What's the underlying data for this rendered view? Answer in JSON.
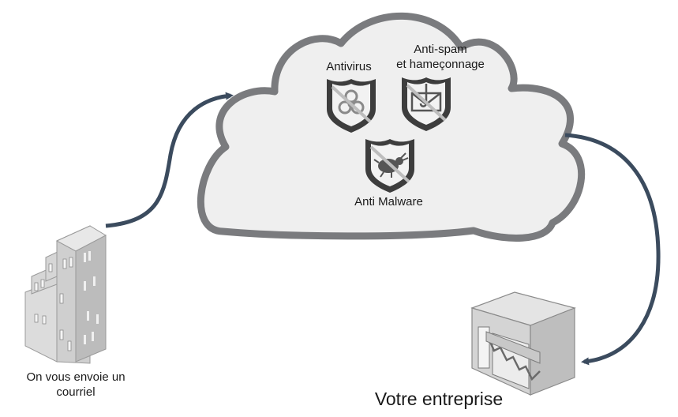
{
  "cloud": {
    "services": {
      "antivirus": "Antivirus",
      "antispam_line1": "Anti-spam",
      "antispam_line2": "et hameçonnage",
      "antimalware": "Anti Malware"
    }
  },
  "sender": {
    "line1": "On vous envoie un",
    "line2": "courriel"
  },
  "company": {
    "label": "Votre entreprise"
  },
  "colors": {
    "arrow": "#3b4b5e",
    "cloud_fill": "#efefef",
    "cloud_stroke": "#7a7b7e",
    "shield": "#3d3d3d",
    "building": "#c9c9c9"
  }
}
